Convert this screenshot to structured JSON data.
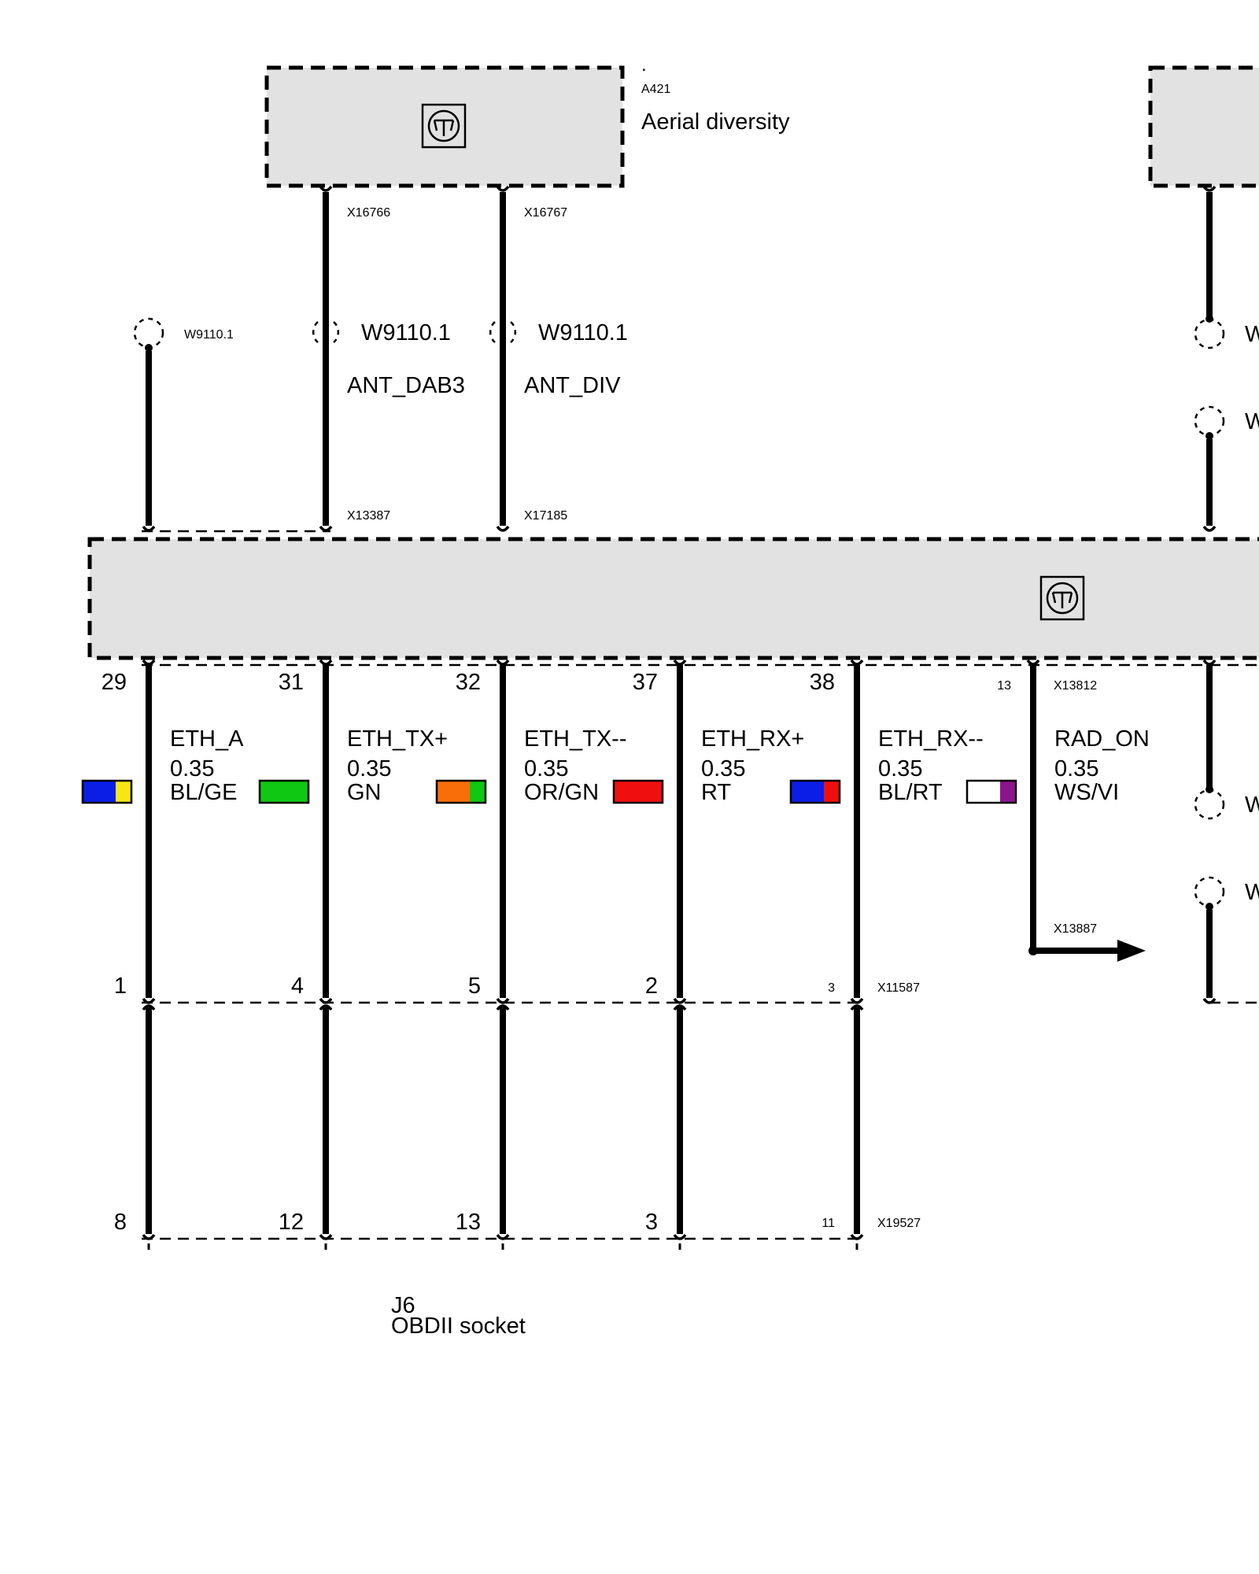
{
  "aerial": {
    "dot": ".",
    "ref": "A421",
    "name": "Aerial diversity"
  },
  "top_wires": [
    {
      "connector_top": "X16766",
      "ref": "W9110.1",
      "signal": "ANT_DAB3",
      "connector_bottom": "X13387"
    },
    {
      "connector_top": "X16767",
      "ref": "W9110.1",
      "signal": "ANT_DIV",
      "connector_bottom": "X17185"
    }
  ],
  "left_shield_ref": "W9110.1",
  "right_partial_refs": [
    "W",
    "W",
    "W",
    "W"
  ],
  "pin_columns": [
    {
      "pin_top": "29",
      "signal": "ETH_A",
      "size": "0.35",
      "color_code": "BL/GE",
      "colors": [
        "#0a1ee6",
        "#f5e614"
      ],
      "pin_mid": "1",
      "pin_bottom": "8"
    },
    {
      "pin_top": "31",
      "signal": "ETH_TX+",
      "size": "0.35",
      "color_code": "GN",
      "colors": [
        "#0fc814"
      ],
      "pin_mid": "4",
      "pin_bottom": "12"
    },
    {
      "pin_top": "32",
      "signal": "ETH_TX--",
      "size": "0.35",
      "color_code": "OR/GN",
      "colors": [
        "#fa6e0a",
        "#0fc814"
      ],
      "pin_mid": "5",
      "pin_bottom": "13"
    },
    {
      "pin_top": "37",
      "signal": "ETH_RX+",
      "size": "0.35",
      "color_code": "RT",
      "colors": [
        "#f00f0f"
      ],
      "pin_mid": "2",
      "pin_bottom": "3"
    },
    {
      "pin_top": "38",
      "signal": "ETH_RX--",
      "size": "0.35",
      "color_code": "BL/RT",
      "colors": [
        "#0a1ee6",
        "#f00f0f"
      ],
      "pin_mid": "3",
      "pin_bottom": "11"
    },
    {
      "pin_top": "13",
      "signal": "RAD_ON",
      "size": "0.35",
      "color_code": "WS/VI",
      "colors": [
        "#ffffff",
        "#8c148c"
      ],
      "pin_mid": "",
      "pin_bottom": ""
    }
  ],
  "connectors": {
    "main": "X13812",
    "arrow": "X13887",
    "mid": "X11587",
    "bottom": "X19527"
  },
  "obd": {
    "ref": "J6",
    "name": "OBDII socket"
  }
}
